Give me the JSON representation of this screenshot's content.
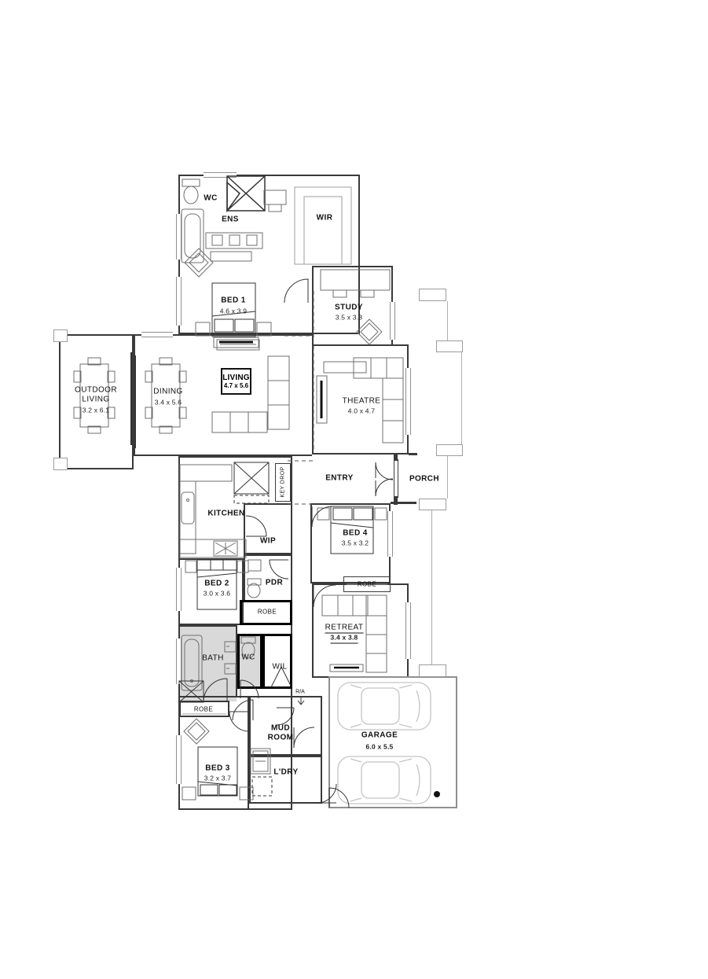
{
  "plan_title": "Single storey house floor plan",
  "colors": {
    "wall": "#3a3a3a",
    "bold_wall": "#000000",
    "furniture": "#6f6f6f",
    "light_outline": "#9c9c9c",
    "shaded_room": "#d9d9d9",
    "car_outline": "#c4c4c4"
  },
  "labels": {
    "wc_top": "WC",
    "ens": "ENS",
    "wir": "WIR",
    "bed1": "BED 1",
    "bed1_dims": "4.6 x 3.9",
    "study": "STUDY",
    "study_dims": "3.5 x 3.3",
    "outdoor_line1": "OUTDOOR",
    "outdoor_line2": "LIVING",
    "outdoor_dims": "3.2 x 6.1",
    "dining": "DINING",
    "dining_dims": "3.4 x 5.6",
    "living": "LIVING",
    "living_dims": "4.7 x 5.6",
    "theatre": "THEATRE",
    "theatre_dims": "4.0 x 4.7",
    "entry": "ENTRY",
    "porch": "PORCH",
    "key_drop": "KEY DROP",
    "kitchen": "KITCHEN",
    "wip": "WIP",
    "bed4": "BED 4",
    "bed4_dims": "3.5 x 3.2",
    "robe_bed4": "ROBE",
    "bed2": "BED 2",
    "bed2_dims": "3.0 x 3.6",
    "pdr": "PDR",
    "robe_hall": "ROBE",
    "retreat": "RETREAT",
    "retreat_dims": "3.4 x 3.8",
    "bath": "BATH",
    "wc_bath": "WC",
    "wil": "WIL",
    "ra": "R/A",
    "robe_bed3": "ROBE",
    "mud_line1": "MUD",
    "mud_line2": "ROOM",
    "ldry": "L'DRY",
    "bed3": "BED 3",
    "bed3_dims": "3.2 x 3.7",
    "garage": "GARAGE",
    "garage_dims": "6.0 x 5.5"
  }
}
